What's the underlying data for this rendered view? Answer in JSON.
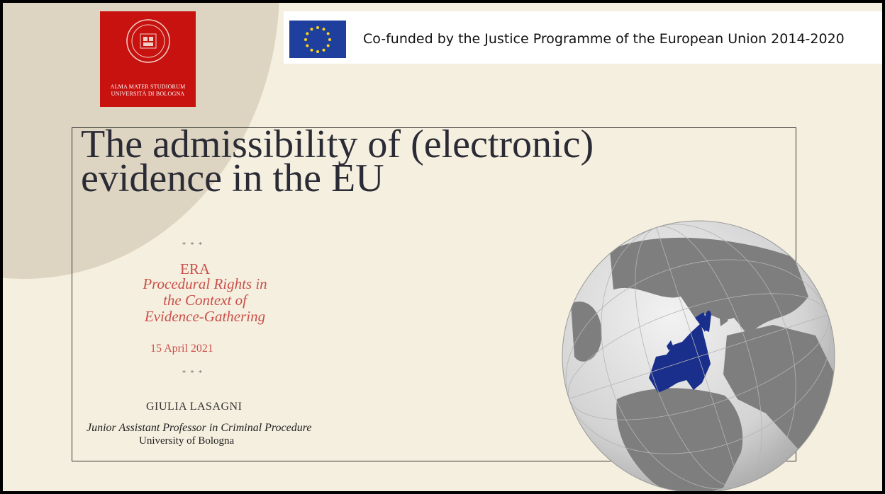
{
  "logos": {
    "unibo_line1": "ALMA MATER STUDIORUM",
    "unibo_line2": "UNIVERSITÀ DI BOLOGNA",
    "eu_text": "Co-funded by the Justice Programme of the European Union 2014-2020"
  },
  "title": {
    "line1": "The admissibility of (electronic)",
    "line2": "evidence in the EU"
  },
  "event": {
    "separator": "* * *",
    "org": "ERA",
    "subtitle_line1": "Procedural Rights in",
    "subtitle_line2": "the Context of",
    "subtitle_line3": "Evidence-Gathering",
    "date": "15 April 2021"
  },
  "speaker": {
    "name": "GIULIA LASAGNI",
    "role": "Junior Assistant Professor in Criminal Procedure",
    "affiliation": "University of Bologna"
  },
  "colors": {
    "background": "#f5efdf",
    "accent": "#c9504a",
    "unibo_red": "#c8120f",
    "eu_blue": "#1f3f9e",
    "title": "#2b2b35"
  },
  "icons": [
    "university-seal-icon",
    "eu-flag-icon",
    "globe-illustration"
  ]
}
